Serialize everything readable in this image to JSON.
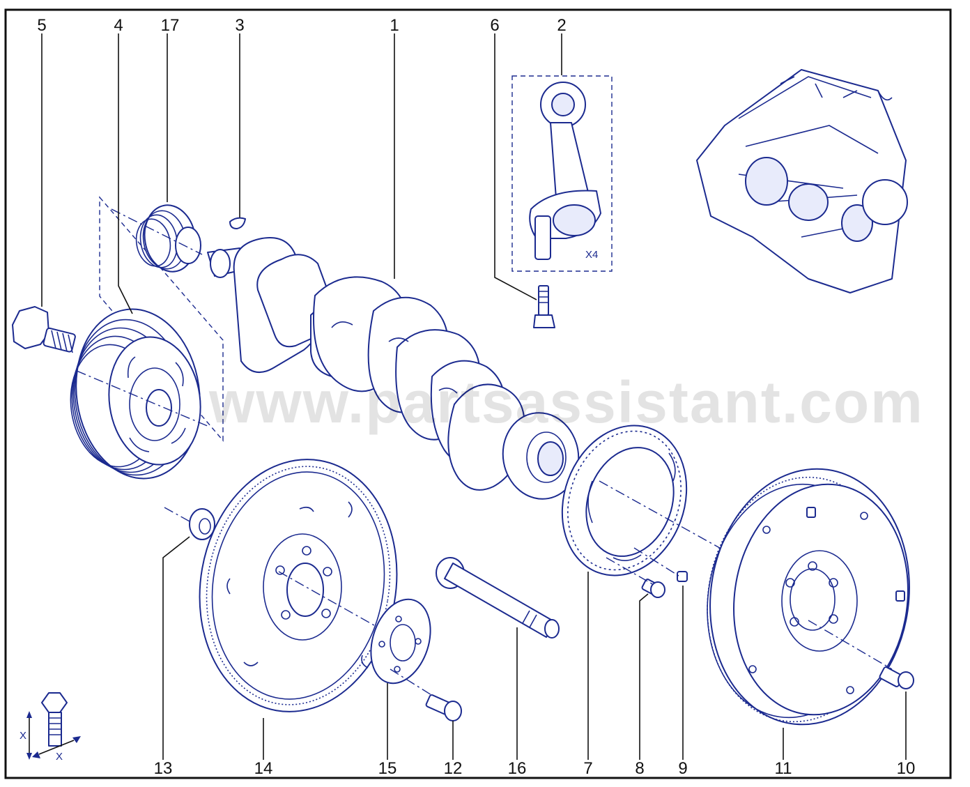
{
  "diagram": {
    "callouts": [
      {
        "id": "c5",
        "label": "5"
      },
      {
        "id": "c4",
        "label": "4"
      },
      {
        "id": "c17",
        "label": "17"
      },
      {
        "id": "c3",
        "label": "3"
      },
      {
        "id": "c1",
        "label": "1"
      },
      {
        "id": "c6",
        "label": "6"
      },
      {
        "id": "c2",
        "label": "2"
      },
      {
        "id": "c13",
        "label": "13"
      },
      {
        "id": "c14",
        "label": "14"
      },
      {
        "id": "c15",
        "label": "15"
      },
      {
        "id": "c12",
        "label": "12"
      },
      {
        "id": "c16",
        "label": "16"
      },
      {
        "id": "c7",
        "label": "7"
      },
      {
        "id": "c8",
        "label": "8"
      },
      {
        "id": "c9",
        "label": "9"
      },
      {
        "id": "c11",
        "label": "11"
      },
      {
        "id": "c10",
        "label": "10"
      }
    ],
    "quantity_note": "X4",
    "watermark": "www.partsassistant.com",
    "dimension_key": {
      "label_vertical": "X",
      "label_horizontal": "X"
    },
    "colors": {
      "line": "#1b2a8f",
      "frame": "#111111",
      "fill": "#e8ebfb"
    }
  }
}
